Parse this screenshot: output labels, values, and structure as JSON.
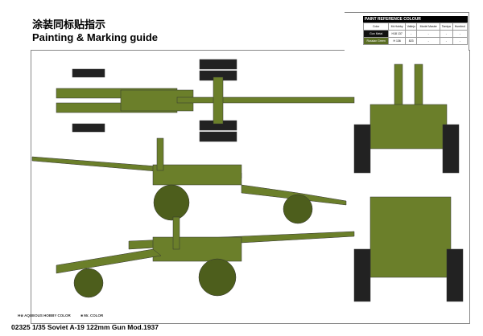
{
  "header": {
    "chinese_title": "涂装同标贴指示",
    "title": "Painting & Marking guide"
  },
  "paint_table": {
    "title": "PAINT REFERENCE COLOUR",
    "columns": [
      "Color",
      "Mr.Hobby",
      "Vallejo",
      "Model Master",
      "Tamiya",
      "Humbrol"
    ],
    "rows": [
      {
        "color": "Gun Metal",
        "swatch": "#111111",
        "mr_hobby": "H18 137",
        "vallejo": "-",
        "model_master": "-",
        "tamiya": "-",
        "humbrol": "-"
      },
      {
        "color": "Russian Green",
        "swatch": "#5a6d23",
        "mr_hobby": "H 136",
        "vallejo": "823",
        "model_master": "-",
        "tamiya": "-",
        "humbrol": "-"
      }
    ]
  },
  "legend": {
    "aqueous": "H※ AQUEOUS HOBBY COLOR",
    "mr_color": "■ Mr. COLOR"
  },
  "footer": "02325 1/35  Soviet A-19 122mm Gun Mod.1937",
  "colors": {
    "gun_green": "#6b7f2a",
    "tire": "#222222"
  }
}
